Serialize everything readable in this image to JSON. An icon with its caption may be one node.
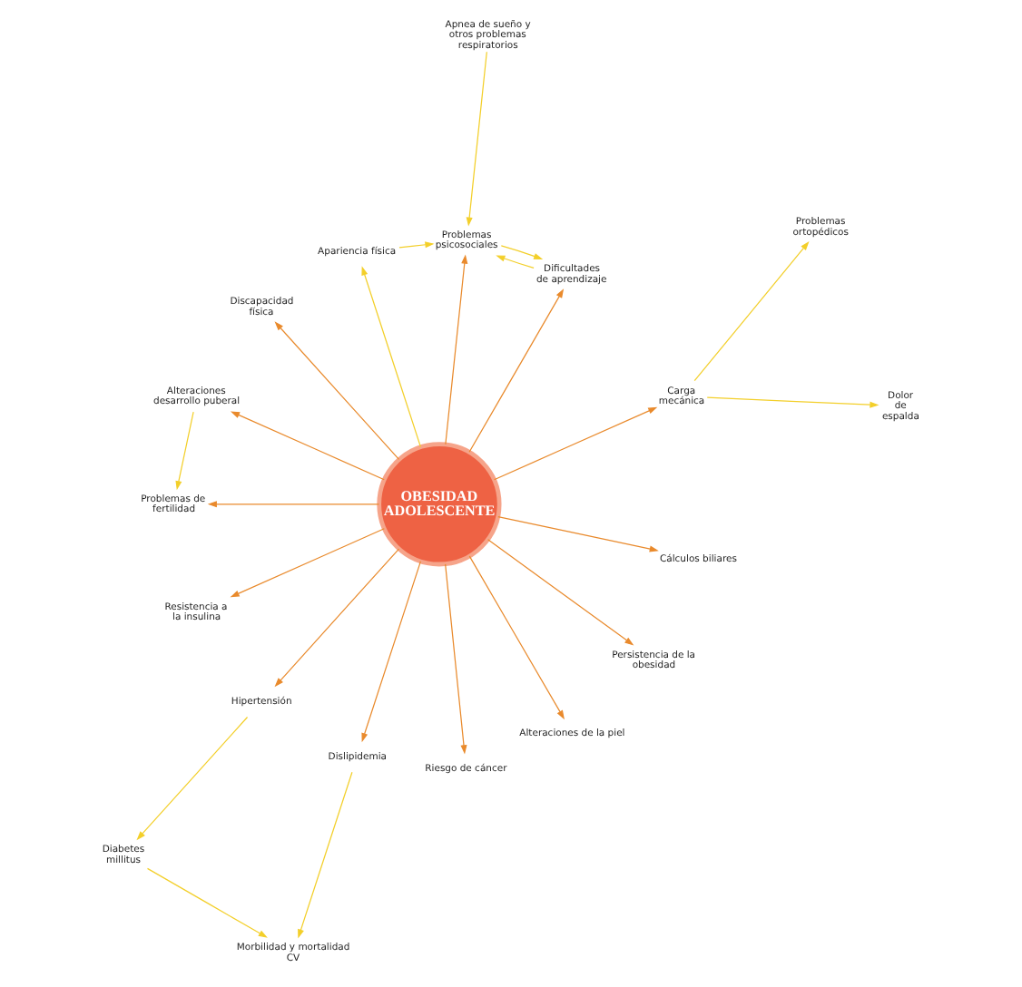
{
  "diagram": {
    "nodes": [
      {
        "text": [
          "OBESIDAD ADOLESCENTE"
        ]
      },
      {
        "text": [
          "Apariencia física"
        ]
      },
      {
        "text": [
          "Apnea de sueño y otros problemas respiratorios"
        ]
      },
      {
        "text": [
          "Problemas psicosociales"
        ]
      },
      {
        "text": [
          "Discapacidad física"
        ]
      },
      {
        "text": [
          "Dificultades de aprendizaje"
        ]
      },
      {
        "text": [
          "Problemas ortopédicos"
        ]
      },
      {
        "text": [
          "Alteraciones desarrollo puberal"
        ]
      },
      {
        "text": [
          "Carga mecánica"
        ]
      },
      {
        "text": [
          "Dolor de espalda"
        ]
      },
      {
        "text": [
          "Problemas de fertilidad"
        ]
      },
      {
        "text": [
          "Cálculos biliares"
        ]
      },
      {
        "text": [
          "Resistencia a la insulina"
        ]
      },
      {
        "text": [
          "Hipertensión"
        ]
      },
      {
        "text": [
          "Persistencia de la obesidad"
        ]
      },
      {
        "text": [
          "Diabetes millitus"
        ]
      },
      {
        "text": [
          "Dislipidemia"
        ]
      },
      {
        "text": [
          "Alteraciones de la piel"
        ]
      },
      {
        "text": [
          "Riesgo de cáncer"
        ]
      },
      {
        "text": [
          "Morbilidad y mortalidad CV"
        ]
      }
    ],
    "edges": [
      {
        "from": 0,
        "to": 1,
        "arrow": "to",
        "color": "#f3cf2a"
      },
      {
        "from": 0,
        "to": 3,
        "arrow": "to"
      },
      {
        "from": 0,
        "to": 5,
        "arrow": "to"
      },
      {
        "from": 0,
        "to": 8,
        "arrow": "to"
      },
      {
        "from": 0,
        "to": 11,
        "arrow": "to"
      },
      {
        "from": 0,
        "to": 14,
        "arrow": "to"
      },
      {
        "from": 0,
        "to": 17,
        "arrow": "to"
      },
      {
        "from": 0,
        "to": 18,
        "arrow": "to"
      },
      {
        "from": 0,
        "to": 16,
        "arrow": "to"
      },
      {
        "from": 0,
        "to": 13,
        "arrow": "to"
      },
      {
        "from": 0,
        "to": 12,
        "arrow": "to"
      },
      {
        "from": 0,
        "to": 10,
        "arrow": "to"
      },
      {
        "from": 0,
        "to": 7,
        "arrow": "to"
      },
      {
        "from": 0,
        "to": 4,
        "arrow": "to"
      },
      {
        "from": 1,
        "to": 3,
        "arrow": "to",
        "color": "#f3cf2a"
      },
      {
        "from": 2,
        "to": 3,
        "arrow": "to",
        "color": "#f3cf2a"
      },
      {
        "from": 3,
        "to": 5,
        "arrow": "to",
        "color": "#f3cf2a"
      },
      {
        "from": 5,
        "to": 3,
        "arrow": "to",
        "color": "#f3cf2a"
      },
      {
        "from": 8,
        "to": 6,
        "arrow": "to",
        "color": "#f3cf2a"
      },
      {
        "from": 8,
        "to": 9,
        "arrow": "to",
        "color": "#f3cf2a"
      },
      {
        "from": 7,
        "to": 10,
        "arrow": "to",
        "color": "#f3cf2a"
      },
      {
        "from": 13,
        "to": 15,
        "arrow": "to",
        "color": "#f3cf2a"
      },
      {
        "from": 15,
        "to": 19,
        "arrow": "to",
        "color": "#f3cf2a"
      },
      {
        "from": 16,
        "to": 19,
        "arrow": "to",
        "color": "#f3cf2a"
      }
    ]
  }
}
